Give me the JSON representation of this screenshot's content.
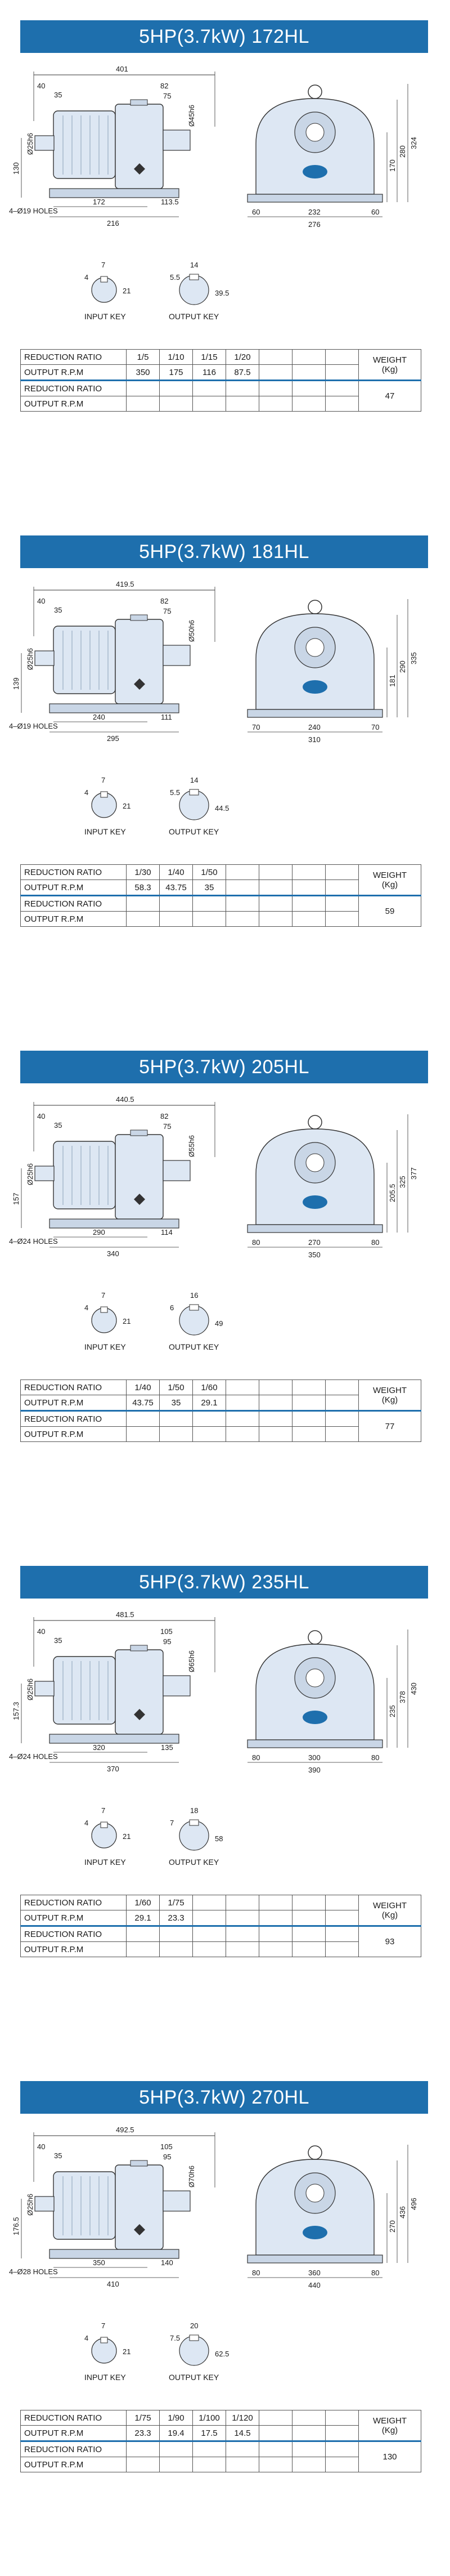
{
  "colors": {
    "title_bg": "#1e6fad",
    "part_fill": "#dde7f3",
    "line": "#333333"
  },
  "models": [
    {
      "title": "5HP(3.7kW)  172HL",
      "dims": {
        "overall": "401",
        "a": "40",
        "b": "35",
        "c": "82",
        "d": "75",
        "shaft": "Ø25h6",
        "shaft2": "Ø45h6",
        "h": "130",
        "holes": "4–Ø19 HOLES",
        "l1": "172",
        "l2": "113.5",
        "l3": "216",
        "w1": "232",
        "w2": "276",
        "f1": "60",
        "f2": "60",
        "v1": "324",
        "v2": "280",
        "v3": "170"
      },
      "key_in": {
        "label": "INPUT KEY",
        "w": "7",
        "h": "4",
        "d": "21"
      },
      "key_out": {
        "label": "OUTPUT KEY",
        "w": "14",
        "h": "5.5",
        "d": "39.5"
      },
      "table": {
        "ratio_label": "REDUCTION RATIO",
        "rpm_label": "OUTPUT R.P.M",
        "ratio2_label": "REDUCTION RATIO",
        "rpm2_label": "OUTPUT R.P.M",
        "weight_label": "WEIGHT\n(Kg)",
        "ratios": [
          "1/5",
          "1/10",
          "1/15",
          "1/20",
          "",
          "",
          ""
        ],
        "rpms": [
          "350",
          "175",
          "116",
          "87.5",
          "",
          "",
          ""
        ],
        "weight": "47"
      }
    },
    {
      "title": "5HP(3.7kW)  181HL",
      "dims": {
        "overall": "419.5",
        "a": "40",
        "b": "35",
        "c": "82",
        "d": "75",
        "shaft": "Ø25h6",
        "shaft2": "Ø50h6",
        "h": "139",
        "holes": "4–Ø19 HOLES",
        "l1": "240",
        "l2": "111",
        "l3": "295",
        "w1": "240",
        "w2": "310",
        "f1": "70",
        "f2": "70",
        "v1": "335",
        "v2": "290",
        "v3": "181"
      },
      "key_in": {
        "label": "INPUT KEY",
        "w": "7",
        "h": "4",
        "d": "21"
      },
      "key_out": {
        "label": "OUTPUT KEY",
        "w": "14",
        "h": "5.5",
        "d": "44.5"
      },
      "table": {
        "ratio_label": "REDUCTION RATIO",
        "rpm_label": "OUTPUT R.P.M",
        "ratio2_label": "REDUCTION RATIO",
        "rpm2_label": "OUTPUT R.P.M",
        "weight_label": "WEIGHT\n(Kg)",
        "ratios": [
          "1/30",
          "1/40",
          "1/50",
          "",
          "",
          "",
          ""
        ],
        "rpms": [
          "58.3",
          "43.75",
          "35",
          "",
          "",
          "",
          ""
        ],
        "weight": "59"
      }
    },
    {
      "title": "5HP(3.7kW)  205HL",
      "dims": {
        "overall": "440.5",
        "a": "40",
        "b": "35",
        "c": "82",
        "d": "75",
        "shaft": "Ø25h6",
        "shaft2": "Ø55h6",
        "h": "157",
        "holes": "4–Ø24 HOLES",
        "l1": "290",
        "l2": "114",
        "l3": "340",
        "w1": "270",
        "w2": "350",
        "f1": "80",
        "f2": "80",
        "v1": "377",
        "v2": "325",
        "v3": "205.5"
      },
      "key_in": {
        "label": "INPUT KEY",
        "w": "7",
        "h": "4",
        "d": "21"
      },
      "key_out": {
        "label": "OUTPUT KEY",
        "w": "16",
        "h": "6",
        "d": "49"
      },
      "table": {
        "ratio_label": "REDUCTION RATIO",
        "rpm_label": "OUTPUT R.P.M",
        "ratio2_label": "REDUCTION RATIO",
        "rpm2_label": "OUTPUT R.P.M",
        "weight_label": "WEIGHT\n(Kg)",
        "ratios": [
          "1/40",
          "1/50",
          "1/60",
          "",
          "",
          "",
          ""
        ],
        "rpms": [
          "43.75",
          "35",
          "29.1",
          "",
          "",
          "",
          ""
        ],
        "weight": "77"
      }
    },
    {
      "title": "5HP(3.7kW)  235HL",
      "dims": {
        "overall": "481.5",
        "a": "40",
        "b": "35",
        "c": "105",
        "d": "95",
        "shaft": "Ø25h6",
        "shaft2": "Ø65h6",
        "h": "157.3",
        "holes": "4–Ø24 HOLES",
        "l1": "320",
        "l2": "135",
        "l3": "370",
        "w1": "300",
        "w2": "390",
        "f1": "80",
        "f2": "80",
        "v1": "430",
        "v2": "378",
        "v3": "235"
      },
      "key_in": {
        "label": "INPUT KEY",
        "w": "7",
        "h": "4",
        "d": "21"
      },
      "key_out": {
        "label": "OUTPUT KEY",
        "w": "18",
        "h": "7",
        "d": "58"
      },
      "table": {
        "ratio_label": "REDUCTION RATIO",
        "rpm_label": "OUTPUT R.P.M",
        "ratio2_label": "REDUCTION RATIO",
        "rpm2_label": "OUTPUT R.P.M",
        "weight_label": "WEIGHT\n(Kg)",
        "ratios": [
          "1/60",
          "1/75",
          "",
          "",
          "",
          "",
          ""
        ],
        "rpms": [
          "29.1",
          "23.3",
          "",
          "",
          "",
          "",
          ""
        ],
        "weight": "93"
      }
    },
    {
      "title": "5HP(3.7kW)  270HL",
      "dims": {
        "overall": "492.5",
        "a": "40",
        "b": "35",
        "c": "105",
        "d": "95",
        "shaft": "Ø25h6",
        "shaft2": "Ø70h6",
        "h": "176.5",
        "holes": "4–Ø28 HOLES",
        "l1": "350",
        "l2": "140",
        "l3": "410",
        "w1": "360",
        "w2": "440",
        "f1": "80",
        "f2": "80",
        "v1": "496",
        "v2": "436",
        "v3": "270"
      },
      "key_in": {
        "label": "INPUT KEY",
        "w": "7",
        "h": "4",
        "d": "21"
      },
      "key_out": {
        "label": "OUTPUT KEY",
        "w": "20",
        "h": "7.5",
        "d": "62.5"
      },
      "table": {
        "ratio_label": "REDUCTION RATIO",
        "rpm_label": "OUTPUT R.P.M",
        "ratio2_label": "REDUCTION RATIO",
        "rpm2_label": "OUTPUT R.P.M",
        "weight_label": "WEIGHT\n(Kg)",
        "ratios": [
          "1/75",
          "1/90",
          "1/100",
          "1/120",
          "",
          "",
          ""
        ],
        "rpms": [
          "23.3",
          "19.4",
          "17.5",
          "14.5",
          "",
          "",
          ""
        ],
        "weight": "130"
      }
    }
  ]
}
